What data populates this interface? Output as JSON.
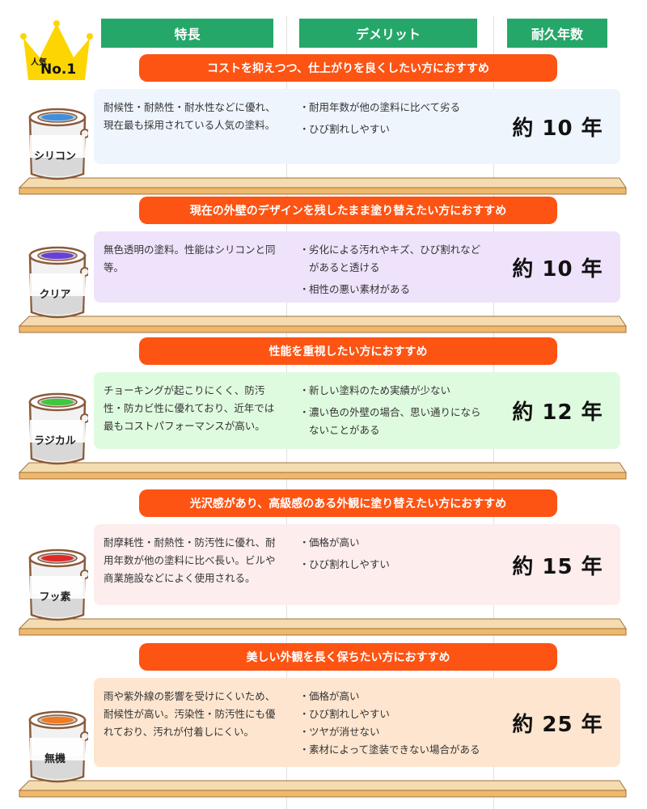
{
  "header": {
    "columns": [
      "特長",
      "デメリット",
      "耐久年数"
    ],
    "badge": {
      "line1": "人気",
      "line2": "No.1",
      "icon": "crown-icon"
    }
  },
  "colors": {
    "header_green": "#26a76a",
    "banner_orange": "#fd5313",
    "shelf_wood": "#f4dcb0"
  },
  "paints": [
    {
      "name": "シリコン",
      "recommendation": "コストを抑えつつ、仕上がりを良くしたい方におすすめ",
      "feature": "耐候性・耐熱性・耐水性などに優れ、現在最も採用されている人気の塗料。",
      "demerits": [
        "耐用年数が他の塗料に比べて劣る",
        "ひび割れしやすい"
      ],
      "durability": "約 10 年",
      "card_color": "#eef5fd",
      "paint_color": "#3f8fe0"
    },
    {
      "name": "クリア",
      "recommendation": "現在の外壁のデザインを残したまま塗り替えたい方におすすめ",
      "feature": "無色透明の塗料。性能はシリコンと同等。",
      "demerits": [
        "劣化による汚れやキズ、ひび割れなどがあると透ける",
        "相性の悪い素材がある"
      ],
      "durability": "約 10 年",
      "card_color": "#efe2fb",
      "paint_color": "#6a3fd8"
    },
    {
      "name": "ラジカル",
      "recommendation": "性能を重視したい方におすすめ",
      "feature": "チョーキングが起こりにくく、防汚性・防カビ性に優れており、近年では最もコストパフォーマンスが高い。",
      "demerits": [
        "新しい塗料のため実績が少ない",
        "濃い色の外壁の場合、思い通りにならないことがある"
      ],
      "durability": "約 12 年",
      "card_color": "#dffbdf",
      "paint_color": "#3ec83e"
    },
    {
      "name": "フッ素",
      "recommendation": "光沢感があり、高級感のある外観に塗り替えたい方におすすめ",
      "feature": "耐摩耗性・耐熱性・防汚性に優れ、耐用年数が他の塗料に比べ長い。ビルや商業施設などによく使用される。",
      "demerits": [
        "価格が高い",
        "ひび割れしやすい"
      ],
      "durability": "約 15 年",
      "card_color": "#fdeded",
      "paint_color": "#e02828"
    },
    {
      "name": "無機",
      "recommendation": "美しい外観を長く保ちたい方におすすめ",
      "feature": "雨や紫外線の影響を受けにくいため、耐候性が高い。汚染性・防汚性にも優れており、汚れが付着しにくい。",
      "demerits": [
        "価格が高い",
        "ひび割れしやすい",
        "ツヤが消せない",
        "素材によって塗装できない場合がある"
      ],
      "durability": "約 25 年",
      "card_color": "#fde5cf",
      "paint_color": "#f07b20"
    }
  ]
}
